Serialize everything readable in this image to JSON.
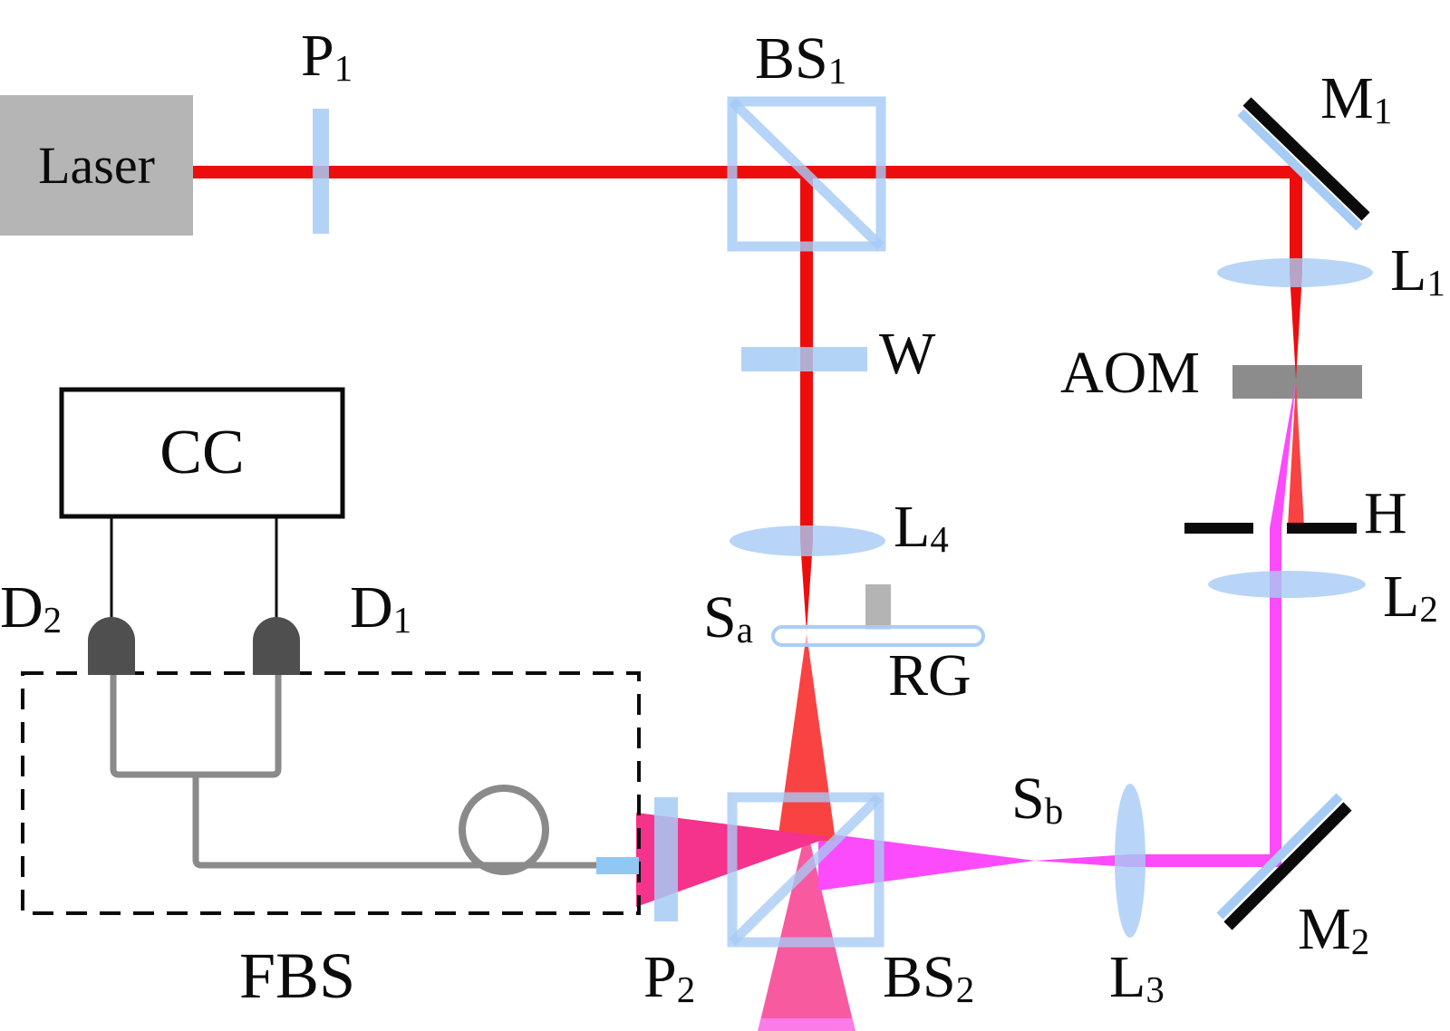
{
  "diagram": {
    "title": "Optical setup schematic",
    "labels": {
      "laser": {
        "main": "Laser",
        "sub": ""
      },
      "p1": {
        "main": "P",
        "sub": "1"
      },
      "bs1": {
        "main": "BS",
        "sub": "1"
      },
      "m1": {
        "main": "M",
        "sub": "1"
      },
      "l1": {
        "main": "L",
        "sub": "1"
      },
      "w": {
        "main": "W",
        "sub": ""
      },
      "aom": {
        "main": "AOM",
        "sub": ""
      },
      "h": {
        "main": "H",
        "sub": ""
      },
      "l2": {
        "main": "L",
        "sub": "2"
      },
      "l4": {
        "main": "L",
        "sub": "4"
      },
      "sa": {
        "main": "S",
        "sub": "a"
      },
      "rg": {
        "main": "RG",
        "sub": ""
      },
      "sb": {
        "main": "S",
        "sub": "b"
      },
      "l3": {
        "main": "L",
        "sub": "3"
      },
      "m2": {
        "main": "M",
        "sub": "2"
      },
      "p2": {
        "main": "P",
        "sub": "2"
      },
      "bs2": {
        "main": "BS",
        "sub": "2"
      },
      "cc": {
        "main": "CC",
        "sub": ""
      },
      "d2": {
        "main": "D",
        "sub": "2"
      },
      "d1": {
        "main": "D",
        "sub": "1"
      },
      "fbs": {
        "main": "FBS",
        "sub": ""
      }
    },
    "colors": {
      "beam_red": "#EE0D0D",
      "beam_red_cone": "#F94343",
      "beam_magenta": "#FB4BFA",
      "beam_deep_pink": "#F5328C",
      "beam_pink": "#F75A9E",
      "beam_pink_light": "#FB7BE8",
      "optic_blue": "#A6CBF5",
      "glass_fill": "#EAF3FD",
      "laser_gray": "#B5B5B5",
      "aom_gray": "#8C8C8C",
      "rg_gray": "#B4B4B4",
      "fiber_gray": "#8A8A8A",
      "detector_gray": "#4F4F4F",
      "fiber_tip_blue": "#90C8F3",
      "outline_black": "#0b0b0b"
    }
  }
}
